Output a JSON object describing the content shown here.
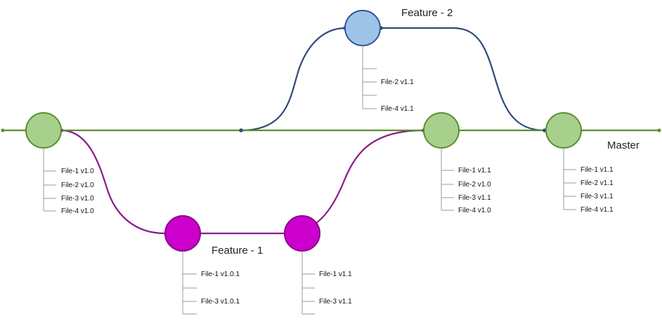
{
  "colors": {
    "master": "#5a8f2e",
    "master_node_fill": "#a8d08d",
    "feature1": "#8a1a8a",
    "feature1_node_fill": "#cc00cc",
    "feature1_node_stroke": "#8a008a",
    "feature2": "#2f4a78",
    "feature2_node_fill": "#9dc3e6",
    "feature2_node_stroke": "#2f5597",
    "dot": "#2f4a78",
    "tick": "#9a9a9a"
  },
  "branches": {
    "master": "Master",
    "feature1": "Feature - 1",
    "feature2": "Feature - 2"
  },
  "commits": {
    "master_initial": [
      "File-1 v1.0",
      "File-2 v1.0",
      "File-3 v1.0",
      "File-4 v1.0"
    ],
    "feature1_first": [
      "File-1 v1.0.1",
      "",
      "File-3 v1.0.1",
      ""
    ],
    "feature1_second": [
      "File-1 v1.1",
      "",
      "File-3 v1.1",
      ""
    ],
    "master_merge1": [
      "File-1 v1.1",
      "File-2 v1.0",
      "File-3 v1.1",
      "File-4 v1.0"
    ],
    "feature2": [
      "",
      "File-2 v1.1",
      "",
      "File-4 v1.1"
    ],
    "master_merge2": [
      "File-1 v1.1",
      "File-2 v1.1",
      "File-3 v1.1",
      "File-4 v1.1"
    ]
  }
}
